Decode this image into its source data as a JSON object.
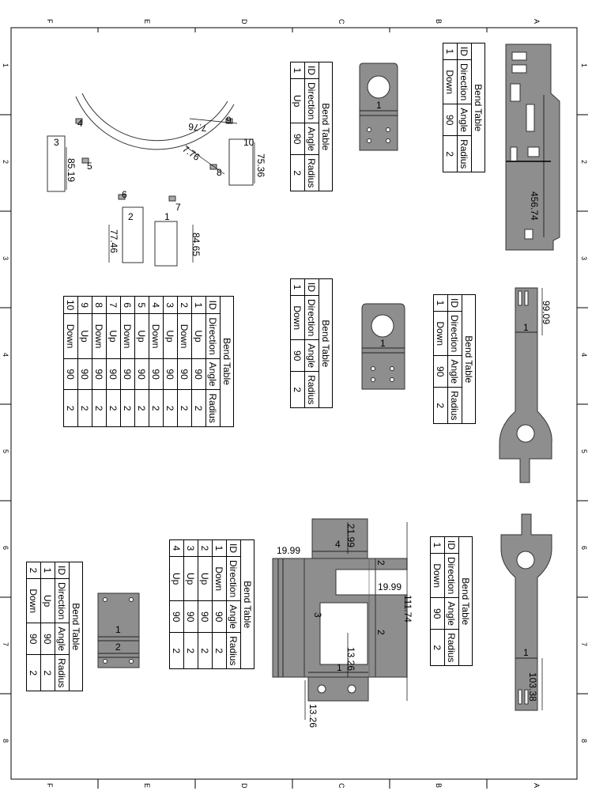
{
  "border": {
    "col_letters": [
      "F",
      "E",
      "D",
      "C",
      "B",
      "A"
    ],
    "row_numbers": [
      "1",
      "2",
      "3",
      "4",
      "5",
      "6",
      "7",
      "8"
    ]
  },
  "tables": {
    "t_top_right": {
      "title": "Bend Table",
      "headers": [
        "ID",
        "Direction",
        "Angle",
        "Radius"
      ],
      "rows": [
        [
          "1",
          "Down",
          "90",
          "2"
        ]
      ]
    },
    "t_top_center": {
      "title": "Bend Table",
      "headers": [
        "ID",
        "Direction",
        "Angle",
        "Radius"
      ],
      "rows": [
        [
          "1",
          "Up",
          "90",
          "2"
        ]
      ]
    },
    "t_mid_center": {
      "title": "Bend Table",
      "headers": [
        "ID",
        "Direction",
        "Angle",
        "Radius"
      ],
      "rows": [
        [
          "1",
          "Down",
          "90",
          "2"
        ]
      ]
    },
    "t_mid_right": {
      "title": "Bend Table",
      "headers": [
        "ID",
        "Direction",
        "Angle",
        "Radius"
      ],
      "rows": [
        [
          "1",
          "Down",
          "90",
          "2"
        ]
      ]
    },
    "t_low_right": {
      "title": "Bend Table",
      "headers": [
        "ID",
        "Direction",
        "Angle",
        "Radius"
      ],
      "rows": [
        [
          "1",
          "Down",
          "90",
          "2"
        ]
      ]
    },
    "t_ten": {
      "title": "Bend Table",
      "headers": [
        "ID",
        "Direction",
        "Angle",
        "Radius"
      ],
      "rows": [
        [
          "1",
          "Up",
          "90",
          "2"
        ],
        [
          "2",
          "Down",
          "90",
          "2"
        ],
        [
          "3",
          "Up",
          "90",
          "2"
        ],
        [
          "4",
          "Down",
          "90",
          "2"
        ],
        [
          "5",
          "Up",
          "90",
          "2"
        ],
        [
          "6",
          "Down",
          "90",
          "2"
        ],
        [
          "7",
          "Up",
          "90",
          "2"
        ],
        [
          "8",
          "Down",
          "90",
          "2"
        ],
        [
          "9",
          "Up",
          "90",
          "2"
        ],
        [
          "10",
          "Down",
          "90",
          "2"
        ]
      ]
    },
    "t_four": {
      "title": "Bend Table",
      "headers": [
        "ID",
        "Direction",
        "Angle",
        "Radius"
      ],
      "rows": [
        [
          "1",
          "Down",
          "90",
          "2"
        ],
        [
          "2",
          "Up",
          "90",
          "2"
        ],
        [
          "3",
          "Up",
          "90",
          "2"
        ],
        [
          "4",
          "Up",
          "90",
          "2"
        ]
      ]
    },
    "t_two": {
      "title": "Bend Table",
      "headers": [
        "ID",
        "Direction",
        "Angle",
        "Radius"
      ],
      "rows": [
        [
          "1",
          "Up",
          "90",
          "2"
        ],
        [
          "2",
          "Down",
          "90",
          "2"
        ]
      ]
    }
  },
  "arc_part": {
    "bend_ids": [
      "1",
      "2",
      "3",
      "4",
      "5",
      "6",
      "7",
      "8",
      "9",
      "10"
    ],
    "dims": [
      "7.76",
      "7.76",
      "75.36",
      "85.19",
      "77.46",
      "84.65"
    ]
  },
  "long_strip": {
    "dim": "456.74"
  },
  "tab_parts": {
    "label": "1"
  },
  "bar_top": {
    "dim": "99.09",
    "bend": "1"
  },
  "bar_bottom": {
    "dim": "103.38",
    "bend": "1"
  },
  "plate": {
    "bends": [
      "1",
      "2"
    ]
  },
  "box_part": {
    "bends": [
      "1",
      "2",
      "2",
      "3",
      "4"
    ],
    "dims": [
      "19.99",
      "21.99",
      "19.99",
      "111.74",
      "13.26",
      "13.26"
    ]
  }
}
